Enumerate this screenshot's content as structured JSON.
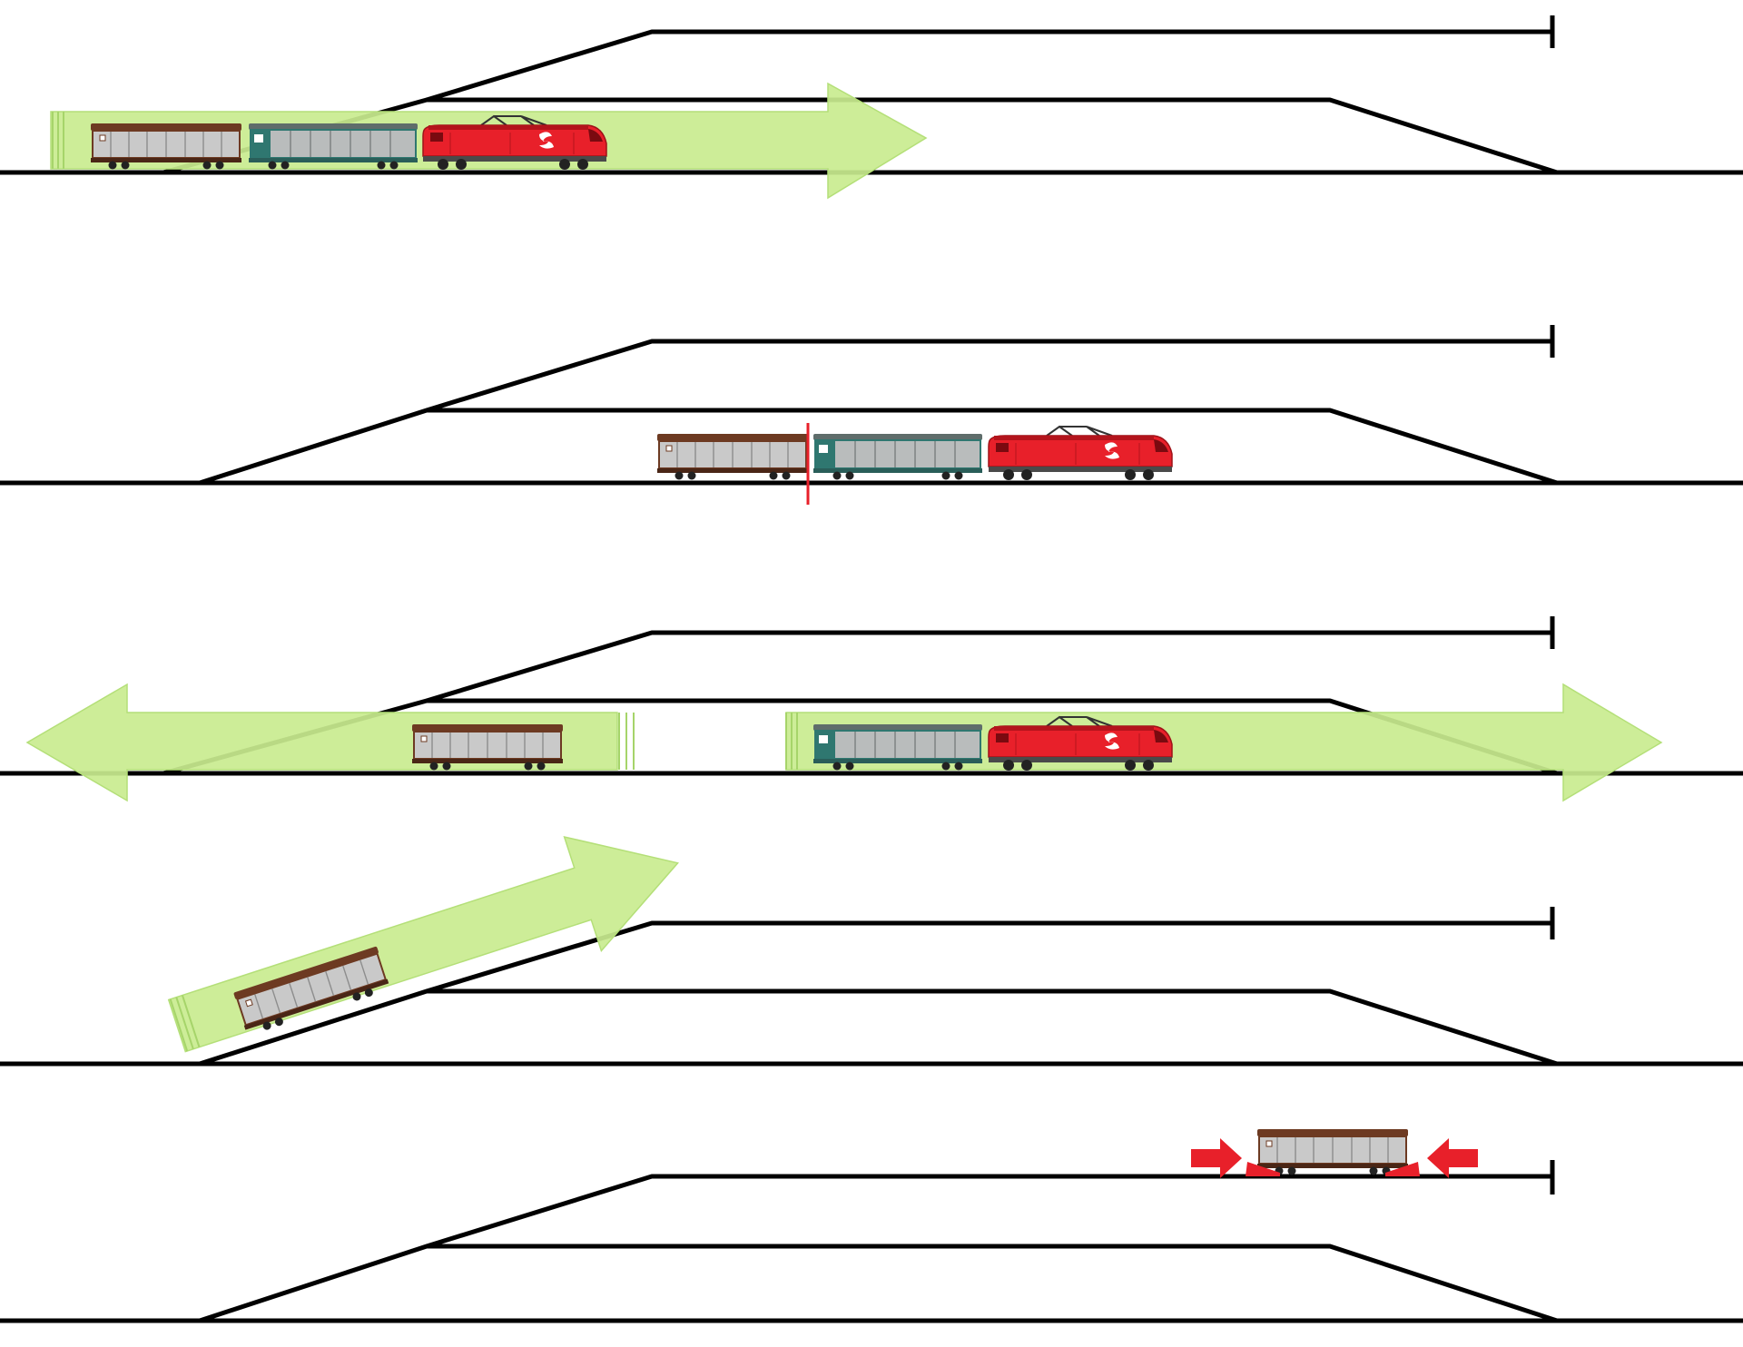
{
  "colors": {
    "track": "#000000",
    "arrow_fill": "#c9ec8f",
    "arrow_stroke": "#a6d46a",
    "loco_body": "#e8202a",
    "loco_roof": "#b3141c",
    "loco_window": "#7a0a10",
    "wagon_brown": "#6d3a22",
    "wagon_teal": "#2f7770",
    "wagon_panel": "#c9c9c9",
    "wagon_panel_line": "#8d8d8d",
    "uncouple_marker": "#e8202a",
    "brake_arrow": "#e8202a"
  },
  "panels": [
    {
      "step": 1,
      "description_icon": "train-push-right-arrow",
      "train": [
        "wagon-brown",
        "wagon-teal",
        "locomotive"
      ]
    },
    {
      "step": 2,
      "description_icon": "uncouple-marker",
      "train": [
        "wagon-brown",
        "wagon-teal",
        "locomotive"
      ]
    },
    {
      "step": 3,
      "description_icon": "split-double-arrow",
      "train": [
        "wagon-brown",
        "wagon-teal",
        "locomotive"
      ]
    },
    {
      "step": 4,
      "description_icon": "diverging-arrow",
      "train": [
        "wagon-brown"
      ]
    },
    {
      "step": 5,
      "description_icon": "brake-shoe-arrows",
      "train": [
        "wagon-brown"
      ]
    }
  ]
}
